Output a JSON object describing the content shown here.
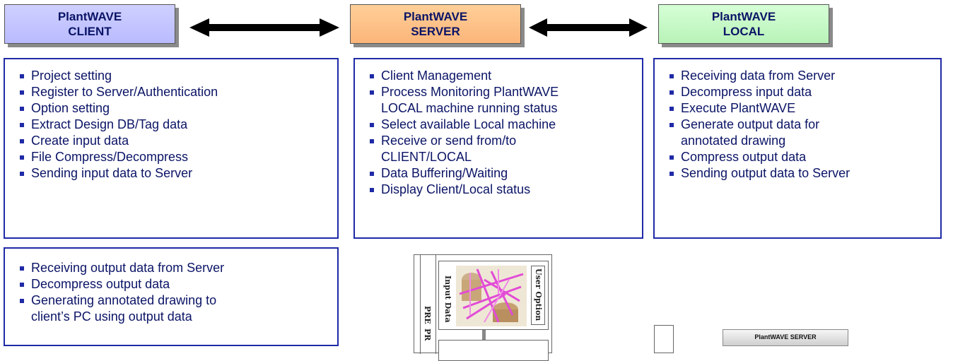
{
  "headers": {
    "client": [
      "PlantWAVE",
      "CLIENT"
    ],
    "server": [
      "PlantWAVE",
      "SERVER"
    ],
    "local": [
      "PlantWAVE",
      "LOCAL"
    ]
  },
  "client_items": [
    "Project setting",
    "Register to Server/Authentication",
    "Option setting",
    "Extract Design DB/Tag data",
    "Create input data",
    "File Compress/Decompress",
    "Sending input data to Server"
  ],
  "server_items": [
    "Client Management",
    "Process Monitoring PlantWAVE",
    "LOCAL machine running status",
    "Select available Local machine",
    "Receive or send from/to",
    "CLIENT/LOCAL",
    "Data Buffering/Waiting",
    "Display Client/Local status"
  ],
  "local_items": [
    "Receiving data from Server",
    "Decompress input data",
    "Execute PlantWAVE",
    "Generate output data for",
    "annotated drawing",
    "Compress output data",
    "Sending output data to Server"
  ],
  "client_output_items": [
    "Receiving output data from Server",
    "Decompress output data",
    "Generating annotated drawing to",
    "client’s PC using output data"
  ],
  "thumbnail": {
    "input_data": "Input Data",
    "user_option": "User Option",
    "pre": "PRE",
    "pr": "PR"
  },
  "mini_server_label": "PlantWAVE SERVER",
  "colors": {
    "text": "#0b1466",
    "border": "#1f2aa6",
    "client_header": "#bfc1ff",
    "server_header": "#fbbf85",
    "local_header": "#c6f6c6"
  }
}
